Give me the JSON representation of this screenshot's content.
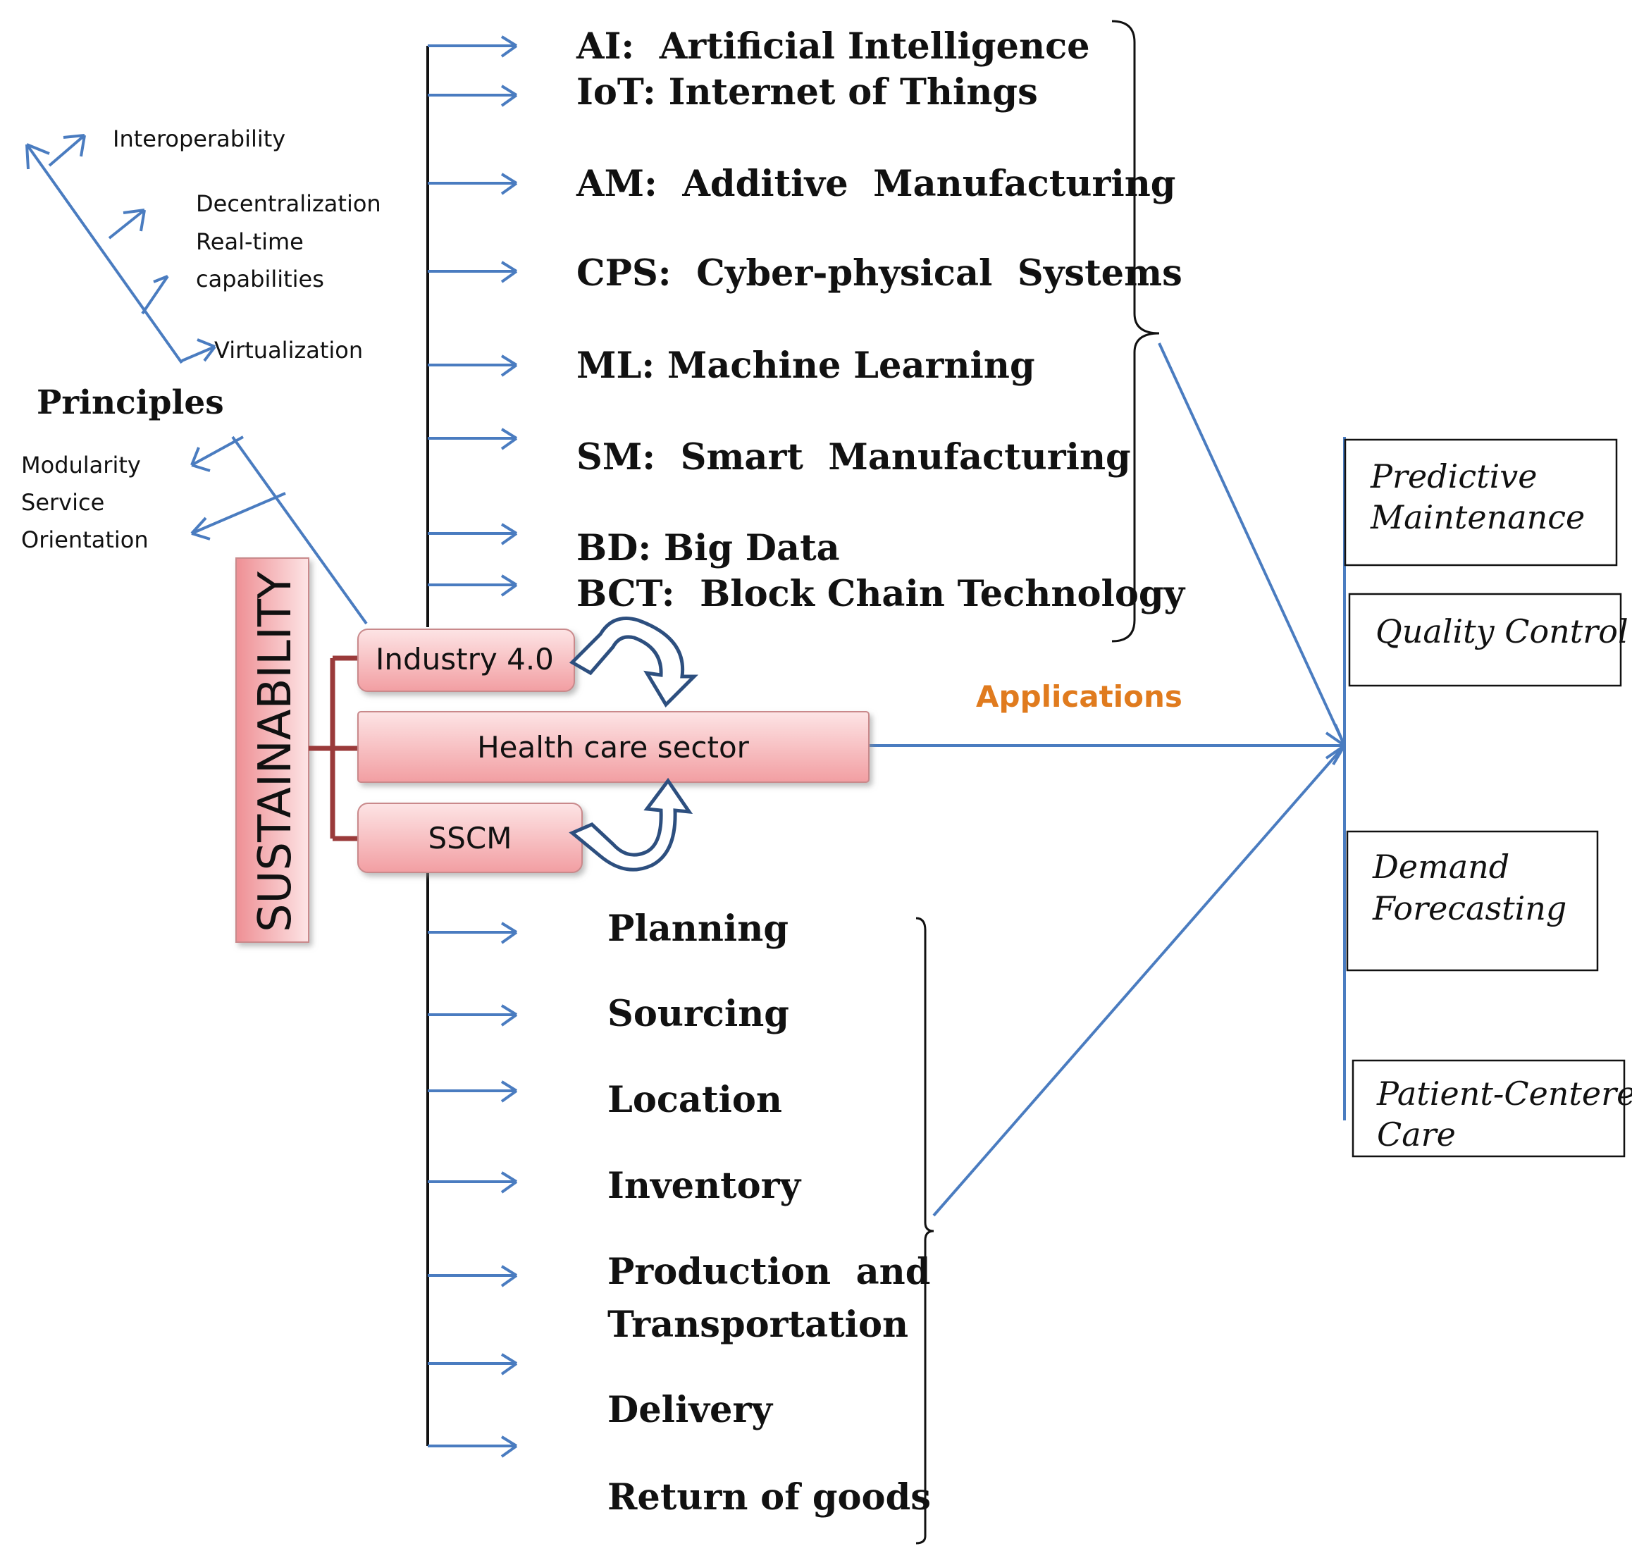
{
  "principles": {
    "title": "Principles",
    "items": [
      "Interoperability",
      "Decentralization",
      "Real-time",
      "capabilities",
      "Virtualization",
      "Modularity",
      "Service",
      "Orientation"
    ]
  },
  "sustainability_label": "SUSTAINABILITY",
  "central_boxes": {
    "industry": "Industry 4.0",
    "health": "Health care sector",
    "sscm": "SSCM"
  },
  "technologies": [
    "AI:  Artificial Intelligence",
    "IoT: Internet of Things",
    "AM:  Additive  Manufacturing",
    "CPS:  Cyber-physical  Systems",
    "ML: Machine Learning",
    "SM:  Smart  Manufacturing",
    "BD: Big Data",
    "BCT:  Block Chain Technology"
  ],
  "supply_chain_steps": [
    "Planning",
    "Sourcing",
    "Location",
    "Inventory",
    "Production  and",
    "Transportation",
    "Delivery",
    "Return of goods"
  ],
  "applications_label": "Applications",
  "applications": [
    [
      "Predictive",
      "Maintenance"
    ],
    [
      "Quality Control"
    ],
    [
      "Demand",
      "Forecasting"
    ],
    [
      "Patient-Centered",
      "Care"
    ]
  ],
  "colors": {
    "arrow_blue": "#4a7cc0",
    "applications_orange": "#e07b1e",
    "box_pink": "#f6b5b8",
    "connector_maroon": "#9a3a3a"
  }
}
